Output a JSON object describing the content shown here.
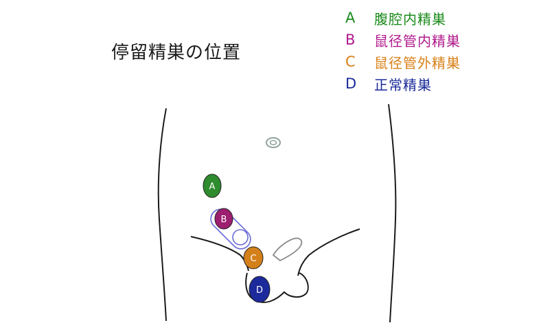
{
  "title": "停留精巣の位置",
  "legend": [
    {
      "letter": "A",
      "label": "腹腔内精巣",
      "color": "#1a8a1a"
    },
    {
      "letter": "B",
      "label": "鼠径管内精巣",
      "color": "#b0198c"
    },
    {
      "letter": "C",
      "label": "鼠径管外精巣",
      "color": "#d98018"
    },
    {
      "letter": "D",
      "label": "正常精巣",
      "color": "#1a2a9a"
    }
  ],
  "markers": {
    "a": {
      "letter": "A",
      "color": "#2e8b2e"
    },
    "b": {
      "letter": "B",
      "color": "#9c1f70"
    },
    "c": {
      "letter": "C",
      "color": "#d4801a"
    },
    "d": {
      "letter": "D",
      "color": "#1c2a9c"
    }
  },
  "canal_color": "#6a6ad8",
  "navel_color": "#8fa39a",
  "outline_color": "#1a1a1a"
}
